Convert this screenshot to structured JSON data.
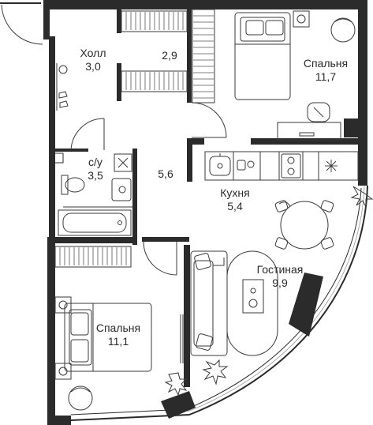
{
  "rooms": [
    {
      "id": "hall",
      "name": "Холл",
      "area": "3,0"
    },
    {
      "id": "closet",
      "name": "",
      "area": "2,9"
    },
    {
      "id": "bedroom1",
      "name": "Спальня",
      "area": "11,7"
    },
    {
      "id": "bathroom",
      "name": "с/у",
      "area": "3,5"
    },
    {
      "id": "corridor",
      "name": "",
      "area": "5,6"
    },
    {
      "id": "kitchen",
      "name": "Кухня",
      "area": "5,4"
    },
    {
      "id": "living",
      "name": "Гостиная",
      "area": "9,9"
    },
    {
      "id": "bedroom2",
      "name": "Спальня",
      "area": "11,1"
    }
  ],
  "colors": {
    "wall": "#2b2b2b",
    "line": "#3a3a3a",
    "fill": "#ffffff"
  },
  "icons": [
    "door-swing-icon",
    "bed-icon",
    "wardrobe-icon",
    "toilet-icon",
    "sink-icon",
    "bathtub-icon",
    "stove-icon",
    "dining-table-icon",
    "sofa-icon",
    "plant-icon",
    "armchair-icon",
    "desk-icon",
    "washing-machine-icon"
  ]
}
